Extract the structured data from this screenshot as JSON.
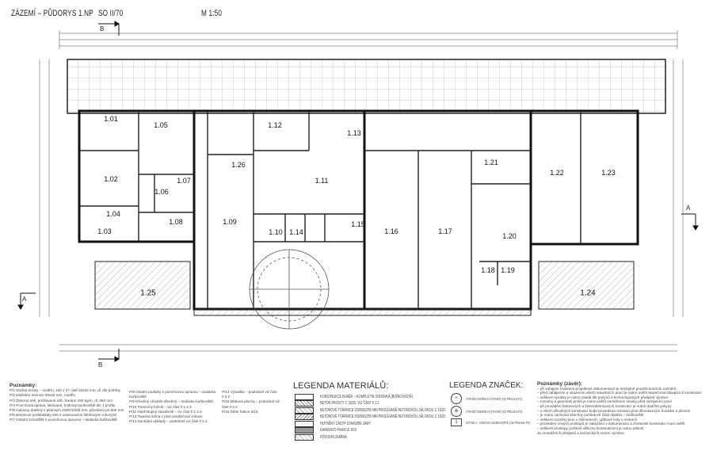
{
  "header": {
    "title": "ZÁZEMÍ – PŮDORYS 1.NP",
    "object_code": "SO II/70",
    "scale": "M 1:50"
  },
  "section_marks": {
    "b_top": "B",
    "b_bottom": "B",
    "a_left": "A",
    "a_right": "A"
  },
  "rooms": [
    "1.01",
    "1.02",
    "1.03",
    "1.04",
    "1.05",
    "1.06",
    "1.07",
    "1.08",
    "1.09",
    "1.10",
    "1.11",
    "1.12",
    "1.13",
    "1.14",
    "1.15",
    "1.16",
    "1.17",
    "1.18",
    "1.19",
    "1.20",
    "1.21",
    "1.22",
    "1.23",
    "1.24",
    "1.25",
    "1.26"
  ],
  "legend_materials": {
    "title": "LEGENDA MATERIÁLŮ:",
    "items": [
      "KONSTRUKCE BUNĚK – KOMPLETNÍ DODÁVKA (BUŇKOVIŠTĚ)",
      "BETON PROSTÝ C 16/20, VIZ ČÁST F.1.2",
      "BETONOVÉ TVÁRNICE 150/500/250 MM PROLÉVANÉ BETONOVOU ZÁLIVKOU C 16/20",
      "BETONOVÉ TVÁRNICE 250/500/250 MM PROLÉVANÉ BETONOVOU ZÁLIVKOU C 16/20",
      "HUTNĚNÝ ZÁSYP STAVEBNÍ JÁMY",
      "KAMENIVO FRAKCE 8/16",
      "PŮVODNÍ ZEMINA"
    ]
  },
  "legend_symbols": {
    "title": "LEGENDA ZNAČEK:",
    "items": [
      "VÝPLNĚ DVEŘNÍCH OTVORŮ (VIZ PŘÍLOHA P1)",
      "VÝPLNĚ OKENNÍCH OTVORŮ (VIZ PŘÍLOHA P2)",
      "SVÍTIDLA – DODÁVKA BUŇKOVIŠTĚ (VIZ PŘÍLOHA P3)"
    ]
  },
  "notes_left": {
    "title": "Poznámky:",
    "items": [
      "P/1  Dlažba terasy – modřín, 160 x 27, latě 40x50 mm, dl. dle potřeby",
      "P/2  Dlažební tvárnice 80x60 mm, modřín",
      "P/3  Železné sítě, profilované sítě, lineární 250 kg/m, dl. 550 mm",
      "P/4  Povrchová úprava, lakované, hodnoty bunkoviště dle 1 profilu",
      "P/5  Gabiony drátěný s plátovým 1500/100/5 mm, přivařeno po 500 mm",
      "P/6  Betonové prefabrikáty 800 s osazovacími štěrkovými rohovými",
      "P/7  Ostatní schodiště s povrchovou úpravou – dodávka buňkoviště"
    ]
  },
  "notes_mid1": {
    "items": [
      "P/8  Ostatní podlahy s povrchovou úpravou – dodávka buňkoviště",
      "P/9  Dřevěný chodník dřevěný – dodávka buňkoviště",
      "P/10 Pomocný ložník – viz část F.1.4.3",
      "P/11 Nepřístupný stavebník – viz část F.1.4.3",
      "P/12 Tepelná stěna z plné sendvičové izolace",
      "P/13 Sanitární obklady – podrobně viz část F.2.2"
    ]
  },
  "notes_mid2": {
    "items": [
      "P/14 Výsadba – podrobně viz část F.2.2",
      "P/15 Mlatová plocha – podrobně viz část F.2.2",
      "P/16 Štěrk frakce 8/16"
    ]
  },
  "notes_right": {
    "title": "Poznámky (závěr):",
    "items": [
      "– při zahájení realizace projektové dokumentace je nezbytné provést kontrolu rozměrů",
      "– před zahájením a osazením všech stavebních prací je nutno ověřit skutečnost stávajících konstrukcí",
      "– veškeré výrobky je nutno osadit dle pokynů a technologických předpisů výrobce",
      "– rozměry a geometrii prvků je nutno ověřit zaměřením stavby před zahájením prací",
      "– při provádění betonových a železobetonových konstrukcí je nutné dodržet pokyny",
      "– u všech dřevěných konstrukcí bude provedena ochrana proti dřevokazným houbám a plísním",
      "– je nutno zachovat všechny pohledové části objektu – buňkoviště",
      "– veškeré rozměry jsou v milimetrech, výškové kóty v metrech",
      "– provedení nových prostupů je zakázáno v dokumentaci a zhotovitel konstrukcí musí ověřit",
      "– veškeré prostupy požárně dělicími konstrukcemi je nutno utěsnit",
      "do montážních předpisů a technických norem výrobce"
    ]
  },
  "colors": {
    "line": "#222222",
    "hatch": "#666666",
    "paper": "#ffffff"
  }
}
